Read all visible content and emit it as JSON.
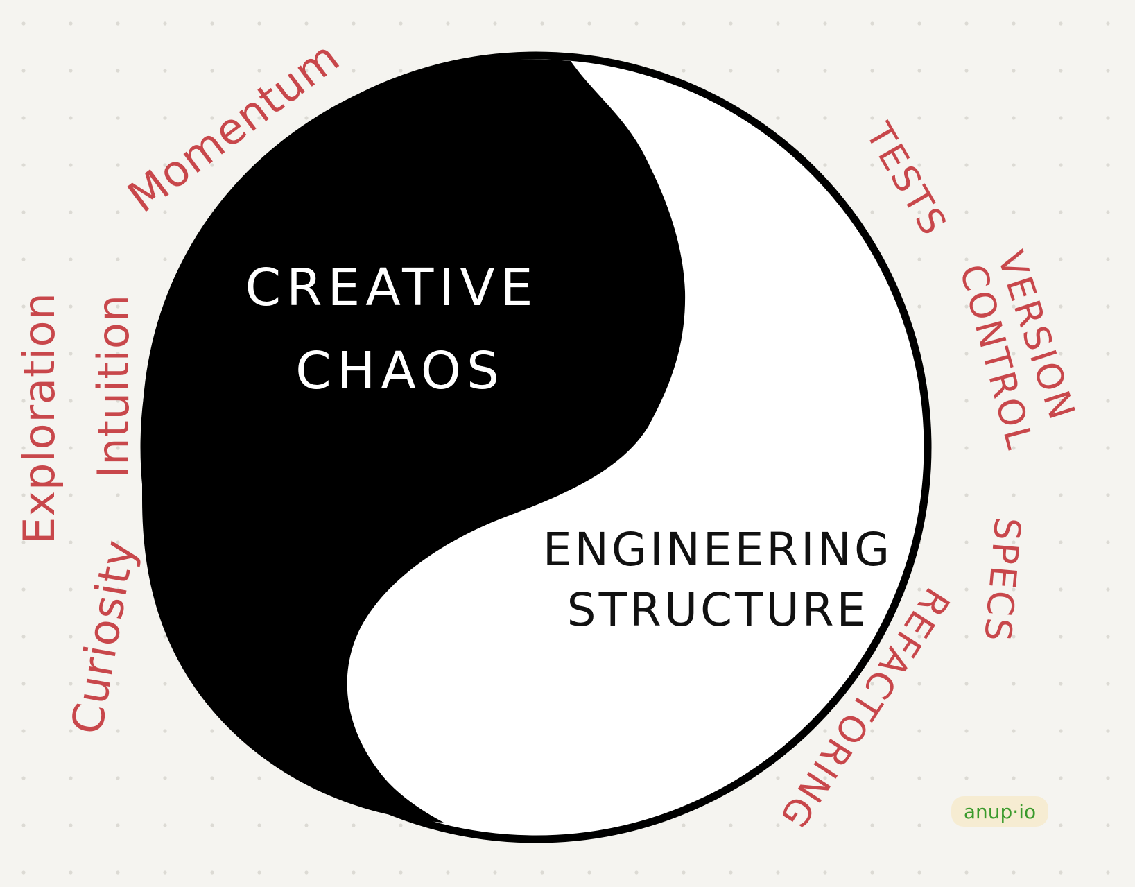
{
  "center": {
    "chaos_line1": "CREATIVE",
    "chaos_line2": "CHAOS",
    "structure_line1": "ENGINEERING",
    "structure_line2": "STRUCTURE"
  },
  "left_words": {
    "momentum": "Momentum",
    "exploration": "Exploration",
    "intuition": "Intuition",
    "curiosity": "Curiosity"
  },
  "right_words": {
    "tests": "TESTS",
    "version": "VERSION",
    "control": "CONTROL",
    "specs": "SPECS",
    "refactoring": "REFACTORING"
  },
  "badge": {
    "label": "anup·io"
  },
  "colors": {
    "background": "#f5f4f0",
    "ink": "#000000",
    "accent_red": "#c8474b",
    "badge_green": "#3a9a2c",
    "badge_bg": "#f6ecd2"
  }
}
